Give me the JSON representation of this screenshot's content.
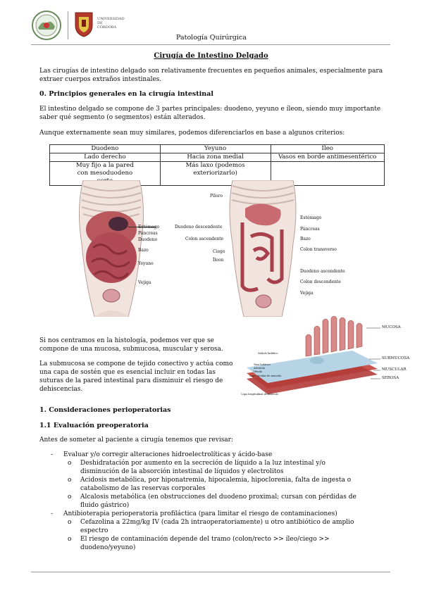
{
  "header": {
    "university": [
      "UNIVERSIDAD",
      "DE",
      "CÓRDOBA"
    ],
    "course": "Patología Quirúrgica"
  },
  "title": "Cirugía de Intestino Delgado",
  "intro": "Las cirugías de intestino delgado son relativamente frecuentes en pequeños animales, especialmente para extraer cuerpos extraños intestinales.",
  "section0": {
    "heading": "0. Principios generales en la cirugía intestinal",
    "p1": "El intestino delgado se compone de 3 partes principales: duodeno, yeyuno e íleon, siendo muy importante saber qué segmento (o segmentos) están alterados.",
    "p2": "Aunque externamente sean muy similares, podemos diferenciarlos en base a algunos criterios:"
  },
  "table": {
    "headers": [
      "Duodeno",
      "Yeyuno",
      "Íleo"
    ],
    "rows": [
      [
        "Lado derecho",
        "Hacia zona medial",
        "Vasos en borde antimesentérico"
      ],
      [
        "Muy fijo a la pared con mesoduodeno corto",
        "Más laxo (podemos exteriorizarlo)",
        ""
      ]
    ]
  },
  "fig1_labels": [
    "Estómago",
    "Páncreas",
    "Duodeno",
    "Bazo",
    "Yeyuno",
    "Vejiga"
  ],
  "fig2_labels": {
    "left": [
      "Píloro",
      "Duodeno descendente",
      "Colon ascendente",
      "Ciego",
      "Íleon"
    ],
    "right": [
      "Estómago",
      "Páncreas",
      "Bazo",
      "Colon transverso",
      "Duodeno ascendente",
      "Colon descendente",
      "Vejiga"
    ]
  },
  "histo": {
    "p1": "Si nos centramos en la histología, podemos ver que se compone de una mucosa, submucosa, muscular y serosa.",
    "p2": "La submucosa se compone de tejido conectivo y actúa como una capa de sostén que es esencial incluir en todas las suturas de la pared intestinal para disminuir el riesgo de dehiscencias.",
    "layers": [
      "MUCOSA",
      "SUBMUCOSA",
      "MUSCULAR",
      "SEROSA"
    ],
    "small_labels": [
      "Nódulo linfático",
      "Vaso linfático",
      "Arteriola",
      "Vénula",
      "Capa circular de músculo",
      "Capa longitudinal de músculo"
    ]
  },
  "section1": {
    "heading": "1. Consideraciones perioperatorias",
    "sub": "1.1 Evaluación preoperatoria",
    "lead": "Antes de someter al paciente a cirugía tenemos que revisar:",
    "items": [
      {
        "text": "Evaluar y/o corregir alteraciones hidroelectrolíticas y ácido-base",
        "subs": [
          "Deshidratación por aumento en la secreción de líquido a la luz intestinal y/o disminución de la absorción intestinal de líquidos y electrolitos",
          "Acidosis metabólica, por hiponatremia, hipocalemia, hipoclorenia, falta de ingesta o catabolismo de las reservas corporales",
          "Alcalosis metabólica (en obstrucciones del duodeno proximal; cursan con pérdidas de fluido gástrico)"
        ]
      },
      {
        "text": "Antibioterapia perioperatoria profiláctica (para limitar el riesgo de contaminaciones)",
        "subs": [
          "Cefazolina a 22mg/kg IV (cada 2h intraoperatoriamente) u otro antibiótico de amplio espectro",
          "El riesgo de contaminación depende del tramo (colon/recto >> íleo/ciego >> duodeno/yeyuno)"
        ]
      }
    ]
  }
}
